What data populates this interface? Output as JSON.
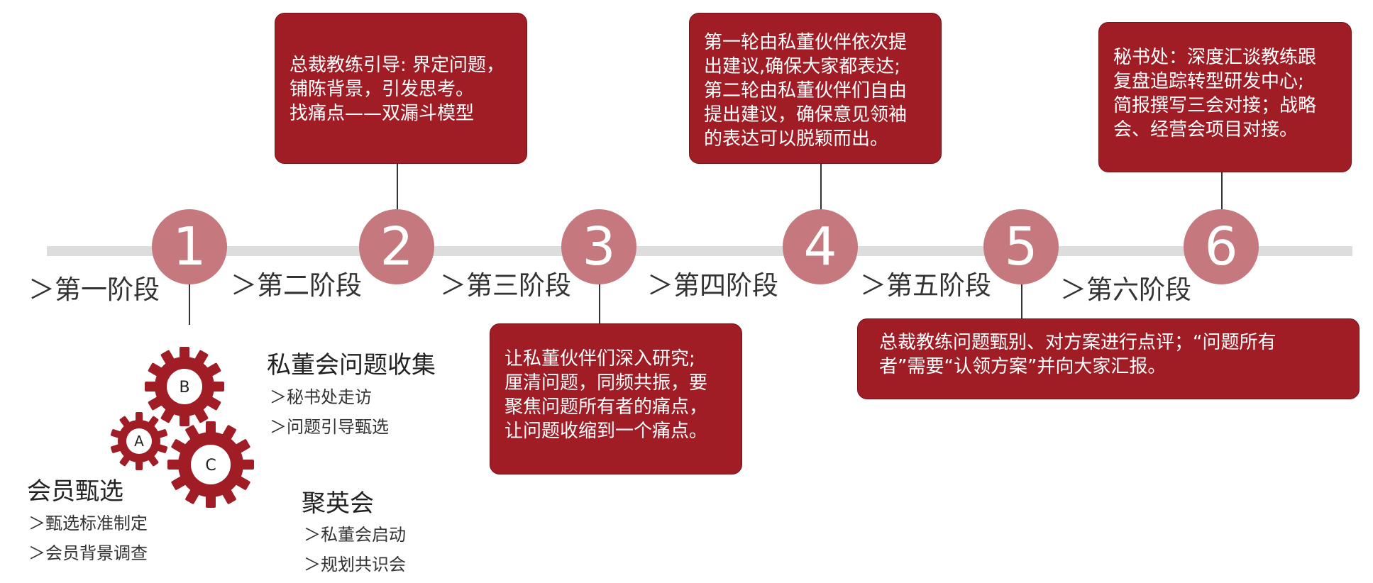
{
  "colors": {
    "circle": "#c5787d",
    "box": "#a01d26",
    "bar": "#dddddd",
    "gear": "#a01d26"
  },
  "stages": [
    {
      "number": "1",
      "label": "＞第一阶段"
    },
    {
      "number": "2",
      "label": "＞第二阶段"
    },
    {
      "number": "3",
      "label": "＞第三阶段"
    },
    {
      "number": "4",
      "label": "＞第四阶段"
    },
    {
      "number": "5",
      "label": "＞第五阶段"
    },
    {
      "number": "6",
      "label": "＞第六阶段"
    }
  ],
  "boxes": {
    "stage2": [
      "总裁教练引导: 界定问题，",
      "铺陈背景，引发思考。",
      "找痛点——双漏斗模型"
    ],
    "stage3": [
      "让私董伙伴们深入研究;",
      "厘清问题，同频共振，要",
      "聚焦问题所有者的痛点，",
      "让问题收缩到一个痛点。"
    ],
    "stage4": [
      "第一轮由私董伙伴依次提",
      "出建议,确保大家都表达;",
      "第二轮由私董伙伴们自由",
      "提出建议，确保意见领袖",
      "的表达可以脱颖而出。"
    ],
    "stage5": [
      "总裁教练问题甄别、对方案进行点评；“问题所有",
      "者”需要“认领方案”并向大家汇报。"
    ],
    "stage6": [
      "秘书处：深度汇谈教练跟",
      "复盘追踪转型研发中心;",
      "简报撰写三会对接；战略",
      "会、经营会项目对接。"
    ]
  },
  "stage1_details": {
    "gears": [
      "B",
      "A",
      "C"
    ],
    "groups": [
      {
        "title": "私董会问题收集",
        "items": [
          "＞秘书处走访",
          "＞问题引导甄选"
        ]
      },
      {
        "title": "会员甄选",
        "items": [
          "＞甄选标准制定",
          "＞会员背景调查"
        ]
      },
      {
        "title": "聚英会",
        "items": [
          "＞私董会启动",
          "＞规划共识会"
        ]
      }
    ]
  }
}
